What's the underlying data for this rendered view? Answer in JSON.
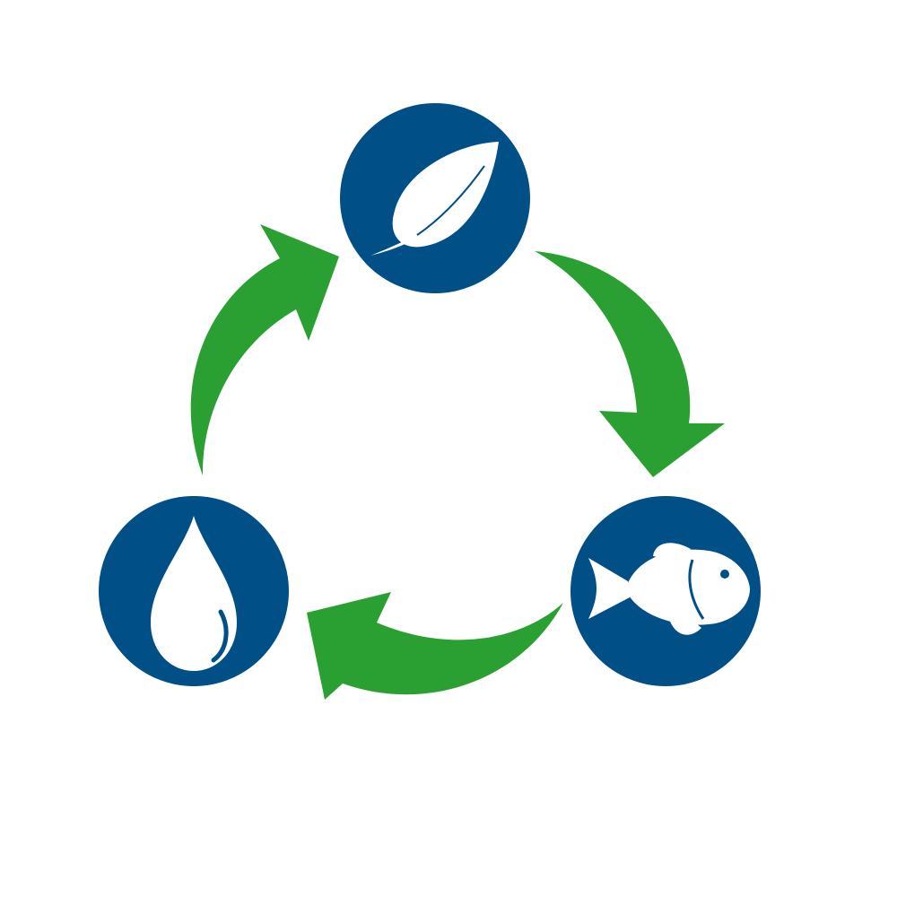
{
  "diagram": {
    "type": "cycle",
    "nodes": [
      {
        "id": "leaf",
        "icon": "leaf-icon"
      },
      {
        "id": "fish",
        "icon": "fish-icon"
      },
      {
        "id": "water",
        "icon": "water-drop-icon"
      }
    ],
    "edges": [
      {
        "from": "leaf",
        "to": "fish"
      },
      {
        "from": "fish",
        "to": "water"
      },
      {
        "from": "water",
        "to": "leaf"
      }
    ]
  },
  "colors": {
    "background": "#ffffff",
    "node_fill": "#004f86",
    "icon_fill": "#ffffff",
    "arrow_fill": "#2ba032"
  }
}
